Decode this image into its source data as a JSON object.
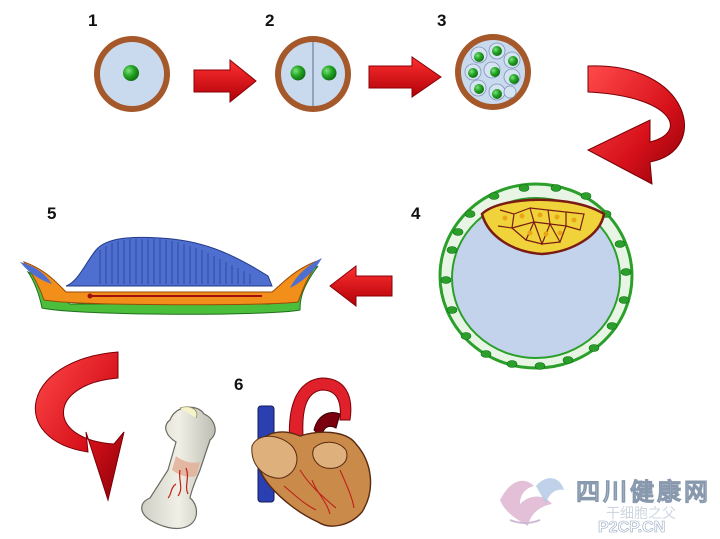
{
  "steps": [
    {
      "number": "1"
    },
    {
      "number": "2"
    },
    {
      "number": "3"
    },
    {
      "number": "4"
    },
    {
      "number": "5"
    },
    {
      "number": "6"
    }
  ],
  "watermark": {
    "brand_cn": "四川健康网",
    "domain": "P2CP.CN",
    "caption": "干细胞之父"
  },
  "colors": {
    "arrow": "#e3101a",
    "zona": "#a5582a",
    "cytoplasm": "#c9daef",
    "nucleus": "#27a327",
    "blastocoel": "#c4d3ec",
    "trophoblast": "#2aa02a",
    "inner_cell_mass": "#f0d33a",
    "ectoderm": "#4f6fd0",
    "mesoderm": "#f28f1a",
    "endoderm": "#4bbf3c",
    "heart_artery": "#e0202a",
    "heart_vein": "#2a3fb0"
  }
}
